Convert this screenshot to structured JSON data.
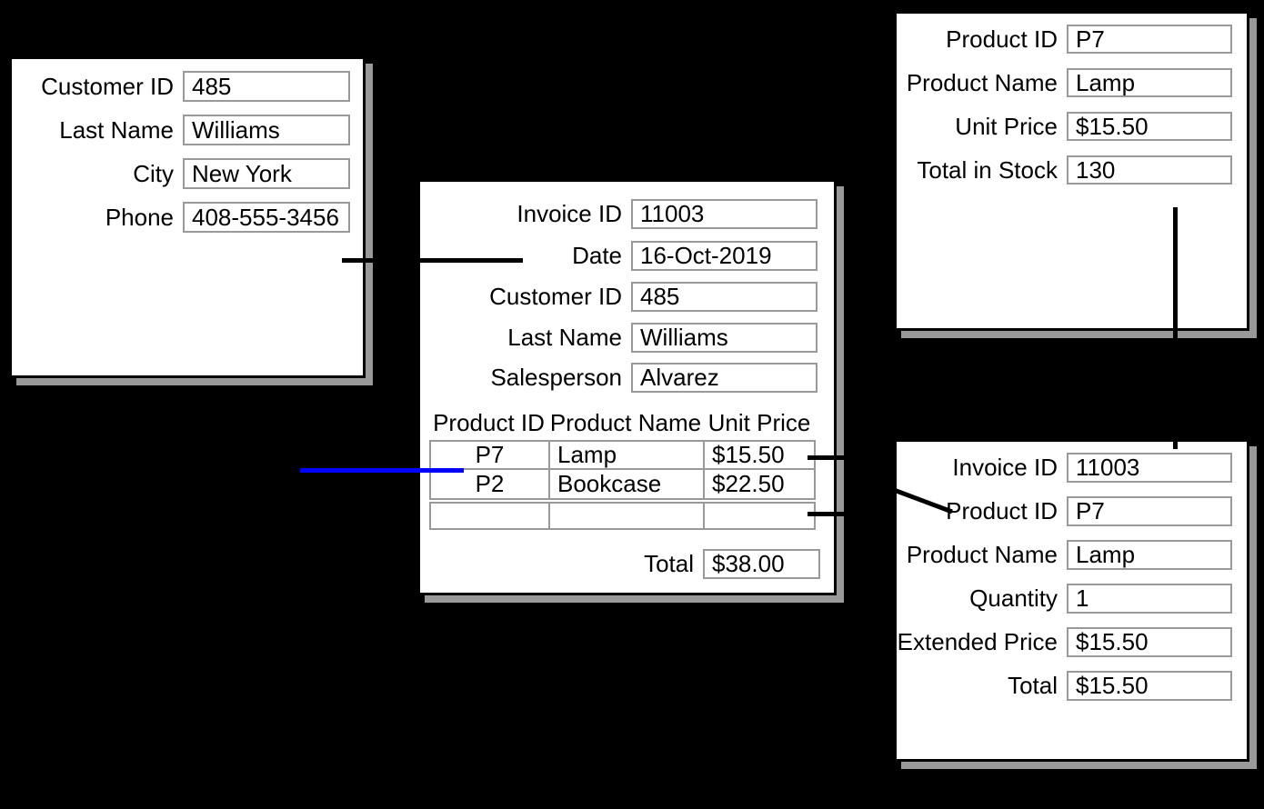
{
  "colors": {
    "background": "#000000",
    "panel_background": "#ffffff",
    "panel_border": "#000000",
    "panel_shadow": "#999999",
    "field_border": "#999999",
    "text": "#000000",
    "connector_line": "#000000",
    "highlight_line": "#0000ff"
  },
  "customer_form": {
    "fields": [
      {
        "label": "Customer ID",
        "value": "485"
      },
      {
        "label": "Last Name",
        "value": "Williams"
      },
      {
        "label": "City",
        "value": "New York"
      },
      {
        "label": "Phone",
        "value": "408-555-3456"
      }
    ]
  },
  "invoice_form": {
    "fields": [
      {
        "label": "Invoice ID",
        "value": "11003"
      },
      {
        "label": "Date",
        "value": "16-Oct-2019"
      },
      {
        "label": "Customer ID",
        "value": "485"
      },
      {
        "label": "Last Name",
        "value": "Williams"
      },
      {
        "label": "Salesperson",
        "value": "Alvarez"
      }
    ],
    "line_items": {
      "columns": [
        "Product ID",
        "Product Name",
        "Unit Price"
      ],
      "rows": [
        [
          "P7",
          "Lamp",
          "$15.50"
        ],
        [
          "P2",
          "Bookcase",
          "$22.50"
        ],
        [
          "",
          "",
          ""
        ]
      ]
    },
    "total_label": "Total",
    "total_value": "$38.00"
  },
  "product_form": {
    "fields": [
      {
        "label": "Product ID",
        "value": "P7"
      },
      {
        "label": "Product Name",
        "value": "Lamp"
      },
      {
        "label": "Unit Price",
        "value": "$15.50"
      },
      {
        "label": "Total in Stock",
        "value": "130"
      }
    ]
  },
  "invoice_line_form": {
    "fields": [
      {
        "label": "Invoice ID",
        "value": "11003"
      },
      {
        "label": "Product ID",
        "value": "P7"
      },
      {
        "label": "Product Name",
        "value": "Lamp"
      },
      {
        "label": "Quantity",
        "value": "1"
      },
      {
        "label": "Extended Price",
        "value": "$15.50"
      },
      {
        "label": "Total",
        "value": "$15.50"
      }
    ]
  }
}
